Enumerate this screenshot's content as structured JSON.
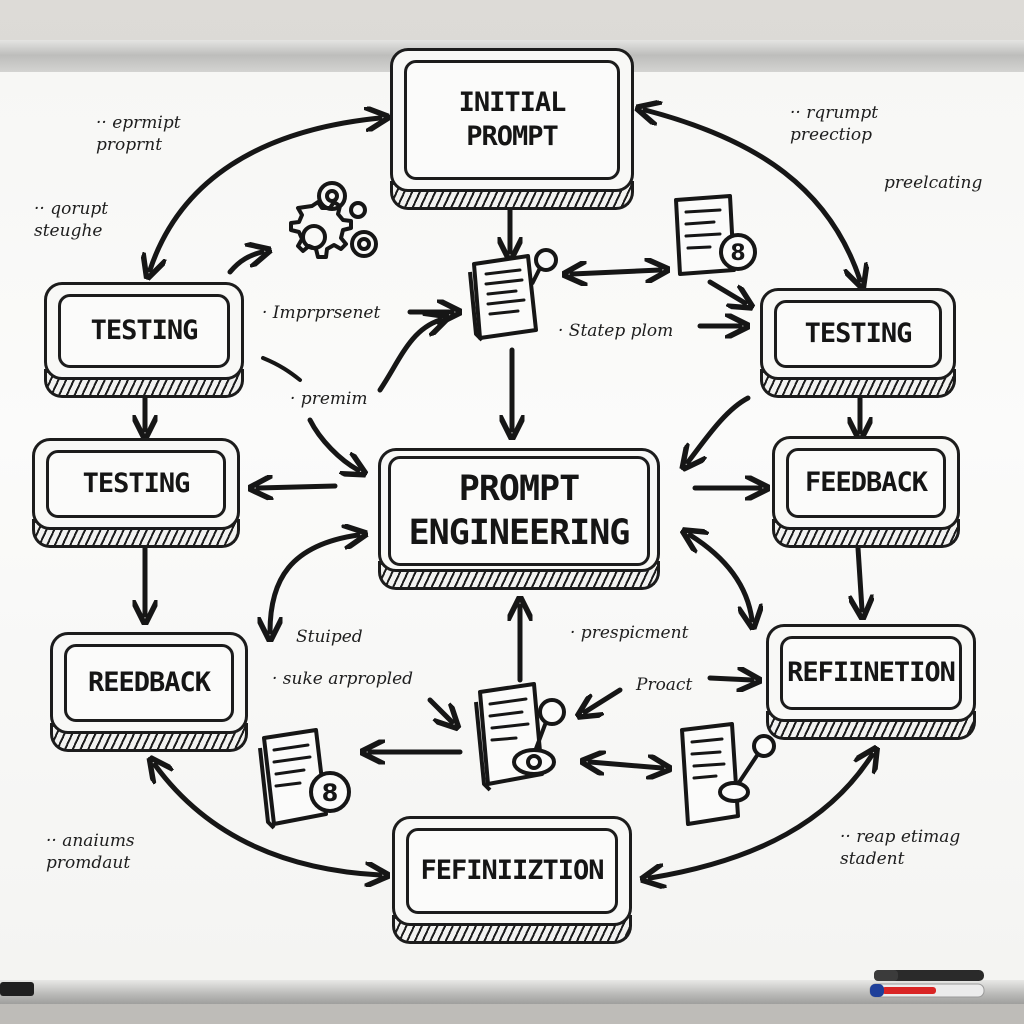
{
  "diagram": {
    "nodes": {
      "initial_prompt": "INITIAL\nPROMPT",
      "center": "PROMPT\nENGINEERING",
      "testing_left_top": "TESTING",
      "testing_left_mid": "TESTING",
      "feedback_left": "REEDBACK",
      "testing_right": "TESTING",
      "feedback_right": "FEEDBACK",
      "refinement_right": "REFIINETION",
      "refinement_bottom": "FEFINIIZTION"
    },
    "annotations": {
      "top_left_1": "·· eprmipt\nproprnt",
      "top_left_2": "·· qorupt\nsteughe",
      "top_right_1": "·· rqrumpt\npreectiop",
      "top_right_2": "preelcating",
      "improvement": "· Imprprsenet",
      "premim": "· premim",
      "statep_plom": "· Statep plom",
      "stuiped": "Stuiped",
      "sake_arpropled": "· suke arpropled",
      "respicement": "· prespicment",
      "project": "Proact",
      "bottom_left": "·· anaiums\npromdaut",
      "bottom_right": "·· reap etimag\nstadent"
    },
    "icons": [
      "gears-icon",
      "document-icon",
      "document-badge-icon",
      "document-magnifier-icon"
    ],
    "badge_number": "8",
    "badge_number_bottom": "8"
  }
}
